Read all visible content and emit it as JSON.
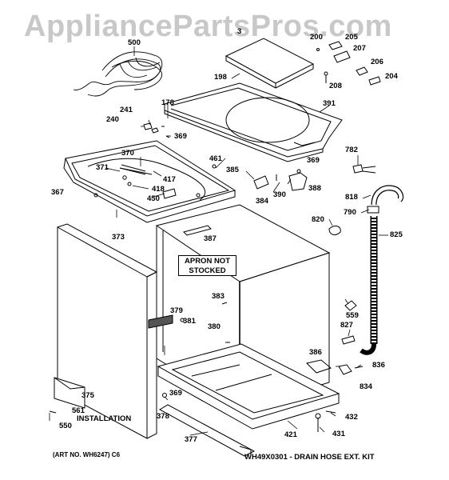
{
  "watermark": "AppliancePartsPros.com",
  "parts": [
    "500",
    "3",
    "200",
    "205",
    "207",
    "206",
    "204",
    "198",
    "208",
    "391",
    "178",
    "241",
    "240",
    "369",
    "782",
    "370",
    "461",
    "371",
    "417",
    "385",
    "369",
    "367",
    "418",
    "450",
    "384",
    "390",
    "388",
    "818",
    "790",
    "820",
    "373",
    "387",
    "825",
    "383",
    "379",
    "381",
    "559",
    "380",
    "827",
    "386",
    "836",
    "834",
    "375",
    "369",
    "378",
    "432",
    "421",
    "431",
    "377",
    "550"
  ],
  "notes": {
    "apron": [
      "APRON NOT",
      "STOCKED"
    ],
    "installation_part": "561",
    "installation_label": "INSTALLATION",
    "art_no": "(ART NO. WH6247) C6",
    "drain_kit": "WH49X0301 - DRAIN HOSE EXT. KIT"
  },
  "colors": {
    "line": "#000000",
    "watermark": "#c8c8c8",
    "shade": "#555555"
  }
}
